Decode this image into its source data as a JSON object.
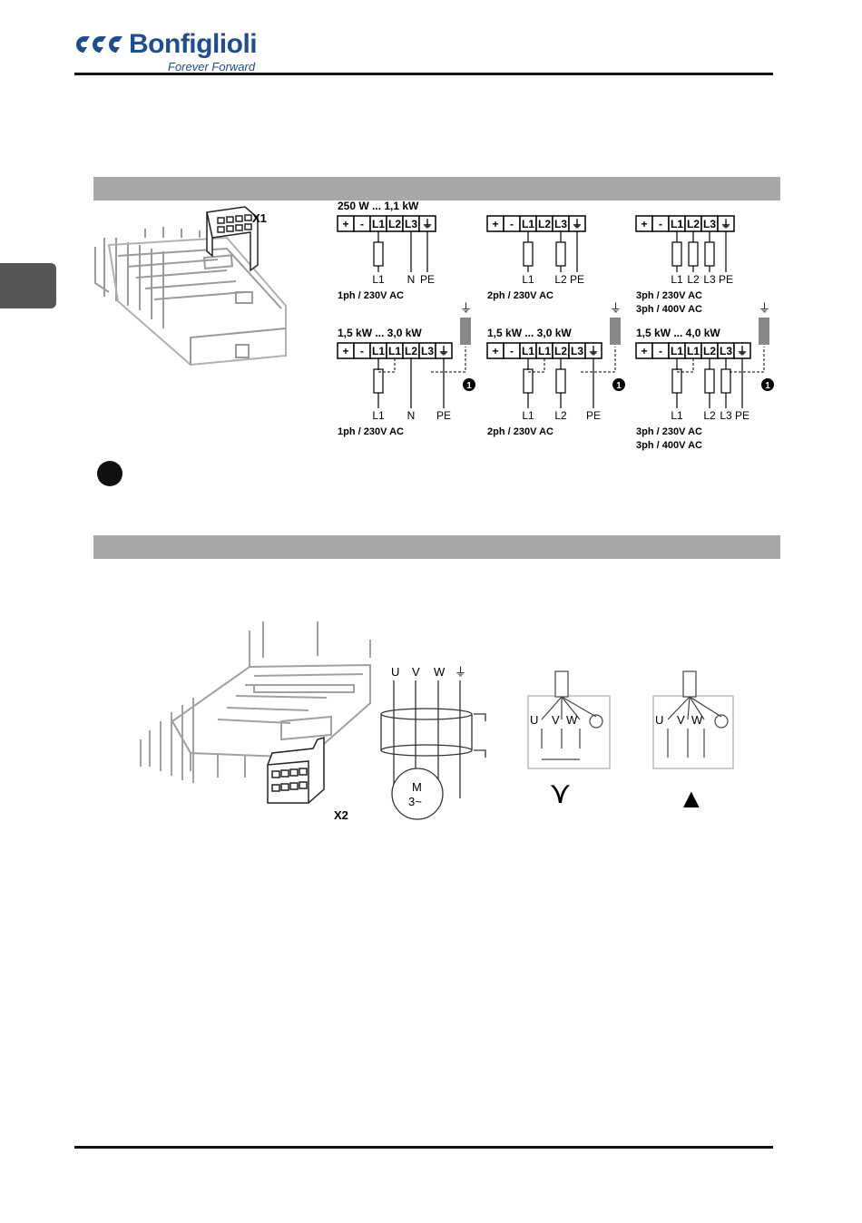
{
  "header": {
    "brand_name": "Bonfiglioli",
    "tagline": "Forever Forward",
    "brand_color": "#1f4e8c"
  },
  "mains": {
    "connector_label": "X1",
    "diagrams": [
      {
        "rating": "250 W ... 1,1 kW",
        "terminals": [
          "+",
          "-",
          "L1",
          "L2",
          "L3",
          "⏚"
        ],
        "wires": [
          "L1",
          "N",
          "PE"
        ],
        "supply": [
          "1ph / 230V AC"
        ]
      },
      {
        "rating": "",
        "terminals": [
          "+",
          "-",
          "L1",
          "L2",
          "L3",
          "⏚"
        ],
        "wires": [
          "L1",
          "L2",
          "PE"
        ],
        "supply": [
          "2ph / 230V AC"
        ]
      },
      {
        "rating": "",
        "terminals": [
          "+",
          "-",
          "L1",
          "L2",
          "L3",
          "⏚"
        ],
        "wires": [
          "L1",
          "L2",
          "L3",
          "PE"
        ],
        "supply": [
          "3ph / 230V AC",
          "3ph / 400V AC"
        ]
      },
      {
        "rating": "1,5 kW ... 3,0 kW",
        "terminals": [
          "+",
          "-",
          "L1",
          "L1",
          "L2",
          "L3",
          "⏚"
        ],
        "wires": [
          "L1",
          "N",
          "PE"
        ],
        "supply": [
          "1ph / 230V AC"
        ]
      },
      {
        "rating": "1,5 kW ... 3,0 kW",
        "terminals": [
          "+",
          "-",
          "L1",
          "L1",
          "L2",
          "L3",
          "⏚"
        ],
        "wires": [
          "L1",
          "L2",
          "PE"
        ],
        "supply": [
          "2ph / 230V AC"
        ]
      },
      {
        "rating": "1,5 kW ... 4,0 kW",
        "terminals": [
          "+",
          "-",
          "L1",
          "L1",
          "L2",
          "L3",
          "⏚"
        ],
        "wires": [
          "L1",
          "L2",
          "L3",
          "PE"
        ],
        "supply": [
          "3ph / 230V AC",
          "3ph / 400V AC"
        ]
      }
    ],
    "callout": "1",
    "ground_symbol": "⏚"
  },
  "motor": {
    "connector_label": "X2",
    "phases": [
      "U",
      "V",
      "W",
      "⏚"
    ],
    "motor_label_line1": "M",
    "motor_label_line2": "3~",
    "star_symbol": "⋎",
    "delta_symbol": "▲"
  }
}
